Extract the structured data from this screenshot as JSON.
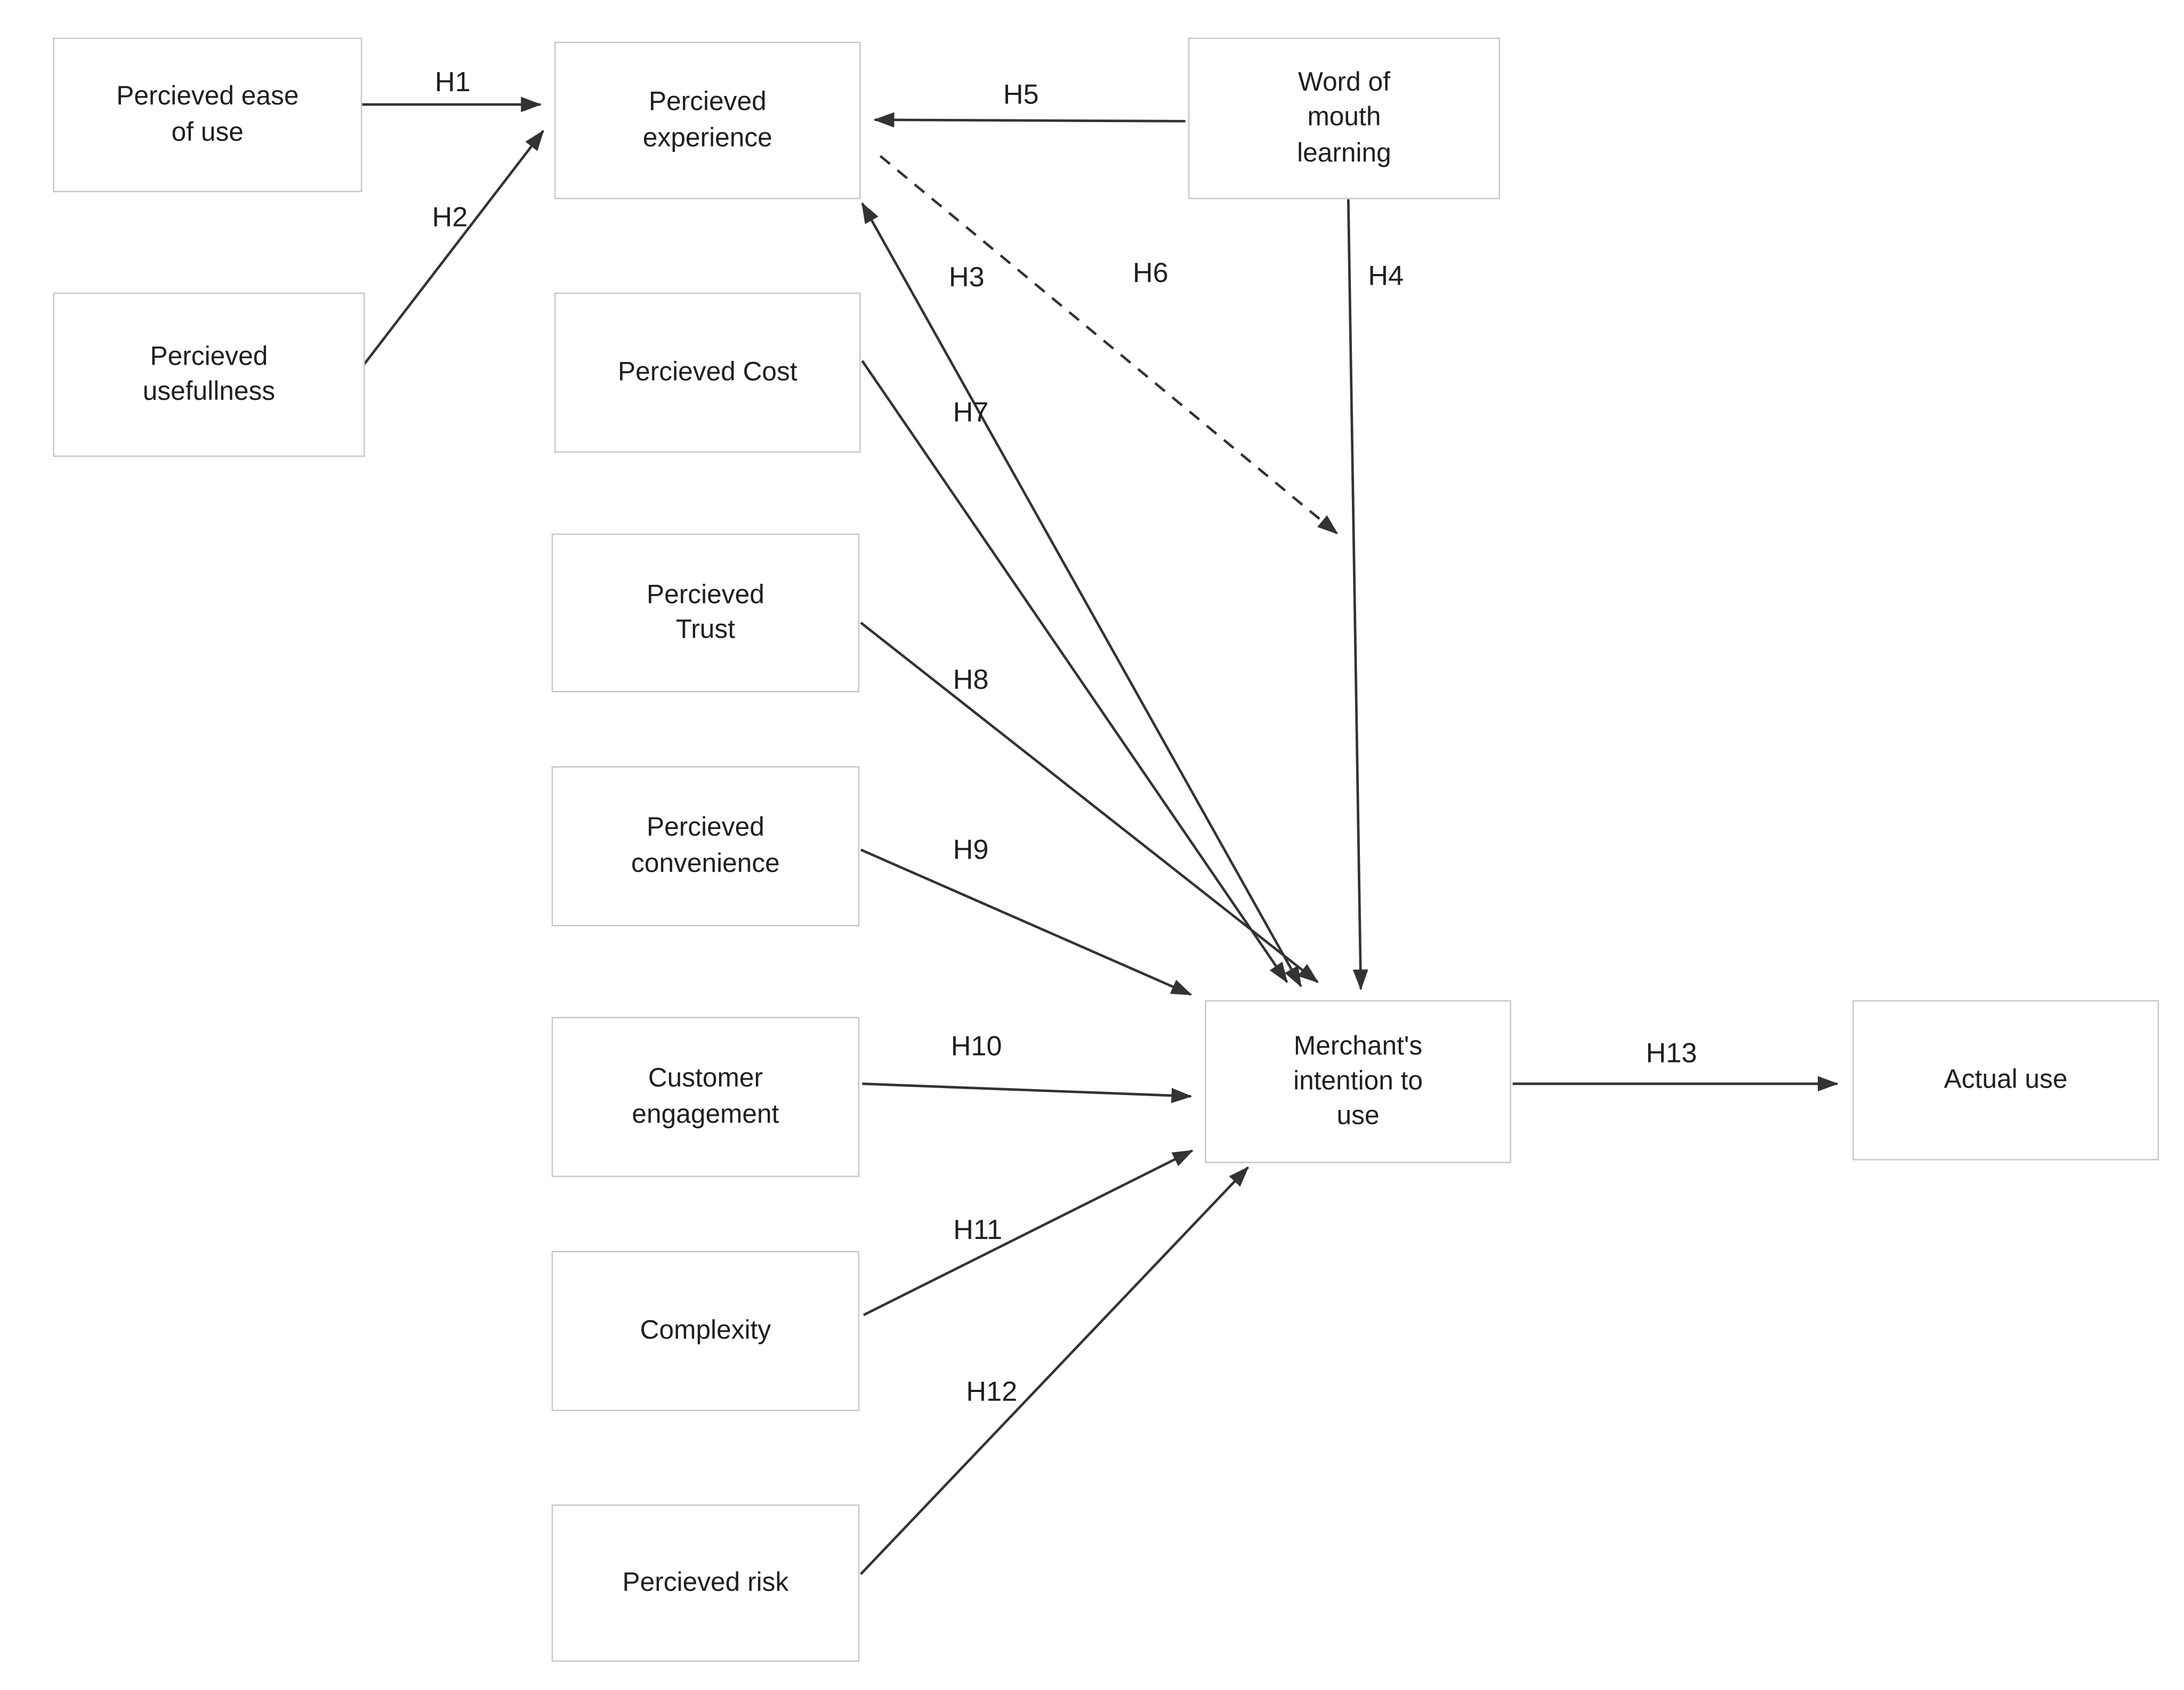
{
  "diagram": {
    "nodes": {
      "ease": {
        "label": "Percieved ease of use"
      },
      "usefulness": {
        "label": "Percieved usefullness"
      },
      "experience": {
        "label": "Percieved experience"
      },
      "wom": {
        "label": "Word of mouth learning"
      },
      "cost": {
        "label": "Percieved Cost"
      },
      "trust": {
        "label": "Percieved Trust"
      },
      "convenience": {
        "label": "Percieved convenience"
      },
      "engagement": {
        "label": "Customer engagement"
      },
      "complexity": {
        "label": "Complexity"
      },
      "risk": {
        "label": "Percieved risk"
      },
      "merchant": {
        "label": "Merchant's intention to use"
      },
      "actual": {
        "label": "Actual use"
      }
    },
    "edges": {
      "h1": {
        "label": "H1",
        "from": "ease",
        "to": "experience",
        "style": "solid"
      },
      "h2": {
        "label": "H2",
        "from": "usefulness",
        "to": "experience",
        "style": "solid"
      },
      "h3": {
        "label": "H3",
        "from": "experience",
        "to": "merchant",
        "style": "solid"
      },
      "h4": {
        "label": "H4",
        "from": "wom",
        "to": "merchant",
        "style": "solid"
      },
      "h5": {
        "label": "H5",
        "from": "wom",
        "to": "experience",
        "style": "solid"
      },
      "h6": {
        "label": "H6",
        "from": "experience",
        "to": "merchant",
        "style": "dashed"
      },
      "h7": {
        "label": "H7",
        "from": "cost",
        "to": "merchant",
        "style": "solid"
      },
      "h8": {
        "label": "H8",
        "from": "trust",
        "to": "merchant",
        "style": "solid"
      },
      "h9": {
        "label": "H9",
        "from": "convenience",
        "to": "merchant",
        "style": "solid"
      },
      "h10": {
        "label": "H10",
        "from": "engagement",
        "to": "merchant",
        "style": "solid"
      },
      "h11": {
        "label": "H11",
        "from": "complexity",
        "to": "merchant",
        "style": "solid"
      },
      "h12": {
        "label": "H12",
        "from": "risk",
        "to": "merchant",
        "style": "solid"
      },
      "h13": {
        "label": "H13",
        "from": "merchant",
        "to": "actual",
        "style": "solid"
      }
    },
    "colors": {
      "background": "#ffffff",
      "box_fill": "#ffffff",
      "box_border": "#c8c8c8",
      "line": "#333333",
      "text": "#1f1f1f"
    }
  }
}
